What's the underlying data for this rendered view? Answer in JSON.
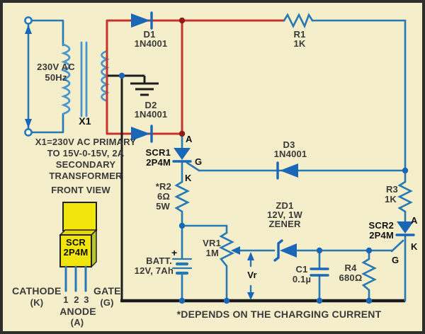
{
  "colors": {
    "background": "#f4eecb",
    "wire_blue": "#2679b5",
    "component_blue": "#1a67b8",
    "coil_blue": "#4a97d0",
    "wire_red": "#c8342c",
    "wire_black": "#1c1c1c",
    "text": "#3a3a3a",
    "package_yellow": "#f2e50e",
    "package_side_olive": "#b9c431"
  },
  "source": {
    "voltage": "230V AC",
    "frequency": "50Hz"
  },
  "transformer": {
    "name": "X1",
    "note1": "X1=230V AC PRIMARY",
    "note2": "TO 15V-0-15V, 2A",
    "note3": "SECONDARY",
    "note4": "TRANSFORMER"
  },
  "diodes": {
    "d1": {
      "name": "D1",
      "part": "1N4001"
    },
    "d2": {
      "name": "D2",
      "part": "1N4001"
    },
    "d3": {
      "name": "D3",
      "part": "1N4001"
    }
  },
  "zener": {
    "name": "ZD1",
    "rating": "12V, 1W",
    "type": "ZENER"
  },
  "resistors": {
    "r1": {
      "name": "R1",
      "value": "1K"
    },
    "r2": {
      "name": "*R2",
      "value": "6Ω",
      "power": "5W"
    },
    "r3": {
      "name": "R3",
      "value": "1K"
    },
    "r4": {
      "name": "R4",
      "value": "680Ω"
    }
  },
  "potentiometer": {
    "name": "VR1",
    "value": "1M"
  },
  "capacitor": {
    "name": "C1",
    "value": "0.1µ"
  },
  "battery": {
    "name": "BATT.",
    "rating": "12V, 7Ah",
    "plus_sign": "+"
  },
  "scr1": {
    "name": "SCR1",
    "part": "2P4M",
    "anode": "A",
    "gate": "G",
    "cathode": "K"
  },
  "scr2": {
    "name": "SCR2",
    "part": "2P4M",
    "anode": "A",
    "gate": "G",
    "cathode": "K"
  },
  "measurement": {
    "vr": "Vr"
  },
  "front_view": {
    "title": "FRONT VIEW",
    "chip_line1": "SCR",
    "chip_line2": "2P4M",
    "cathode": "CATHODE",
    "cathode_pin": "(K)",
    "gate": "GATE",
    "gate_pin": "(G)",
    "anode": "ANODE",
    "anode_pin": "(A)",
    "pin1": "1",
    "pin2": "2",
    "pin3": "3"
  },
  "footnote": "*DEPENDS ON THE CHARGING CURRENT"
}
